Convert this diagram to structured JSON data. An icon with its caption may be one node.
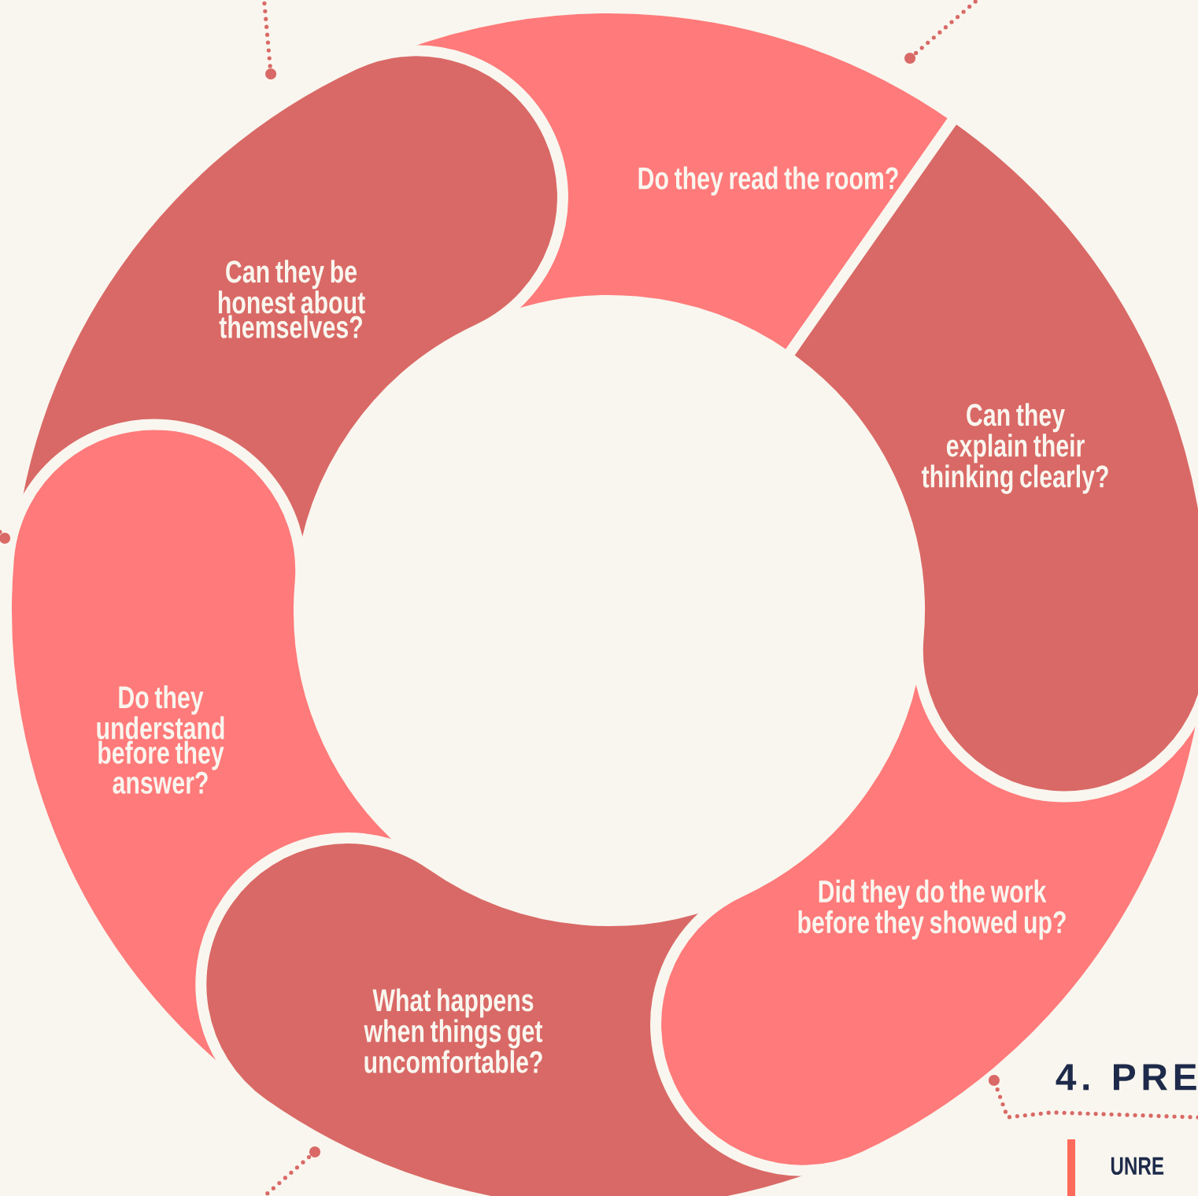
{
  "diagram": {
    "nodes": [
      {
        "text": [
          "Do they read the room?"
        ]
      },
      {
        "text": [
          "Can they explain their thinking clearly?"
        ]
      },
      {
        "text": [
          "Did they do the work before they showed up?"
        ]
      },
      {
        "text": [
          "What happens when things get uncomfortable?"
        ]
      },
      {
        "text": [
          "Do they understand before they answer?"
        ]
      },
      {
        "text": [
          "Can they be honest about themselves?"
        ]
      },
      {
        "text": [
          "4. PRE"
        ]
      }
    ],
    "edges": [
      {
        "from": 6,
        "to": 2,
        "arrow": "other"
      },
      {
        "from": null,
        "to": 5,
        "arrow": "other"
      },
      {
        "from": null,
        "to": 0,
        "arrow": "other"
      },
      {
        "from": null,
        "to": 4,
        "arrow": "other"
      },
      {
        "from": null,
        "to": 3,
        "arrow": "other"
      }
    ],
    "labels": [
      "UNRE"
    ]
  }
}
